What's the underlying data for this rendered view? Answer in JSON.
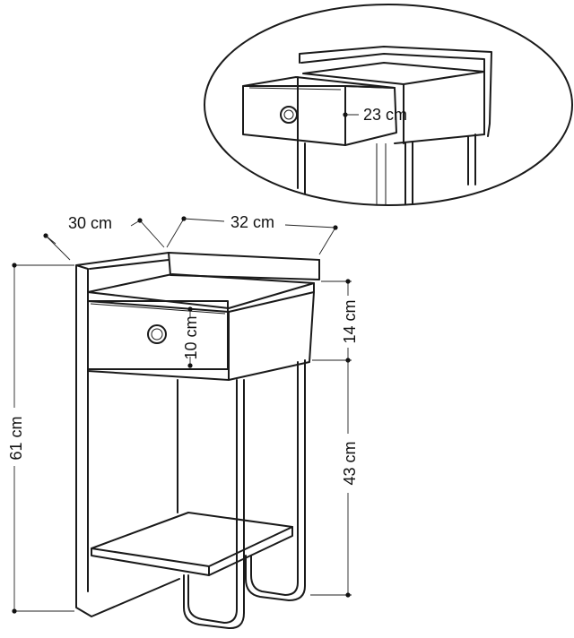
{
  "dimensions": {
    "depth": "30 cm",
    "width": "32 cm",
    "height": "61 cm",
    "drawer_section_height": "14 cm",
    "leg_height": "43 cm",
    "drawer_front_height": "10 cm",
    "drawer_extension": "23 cm"
  }
}
